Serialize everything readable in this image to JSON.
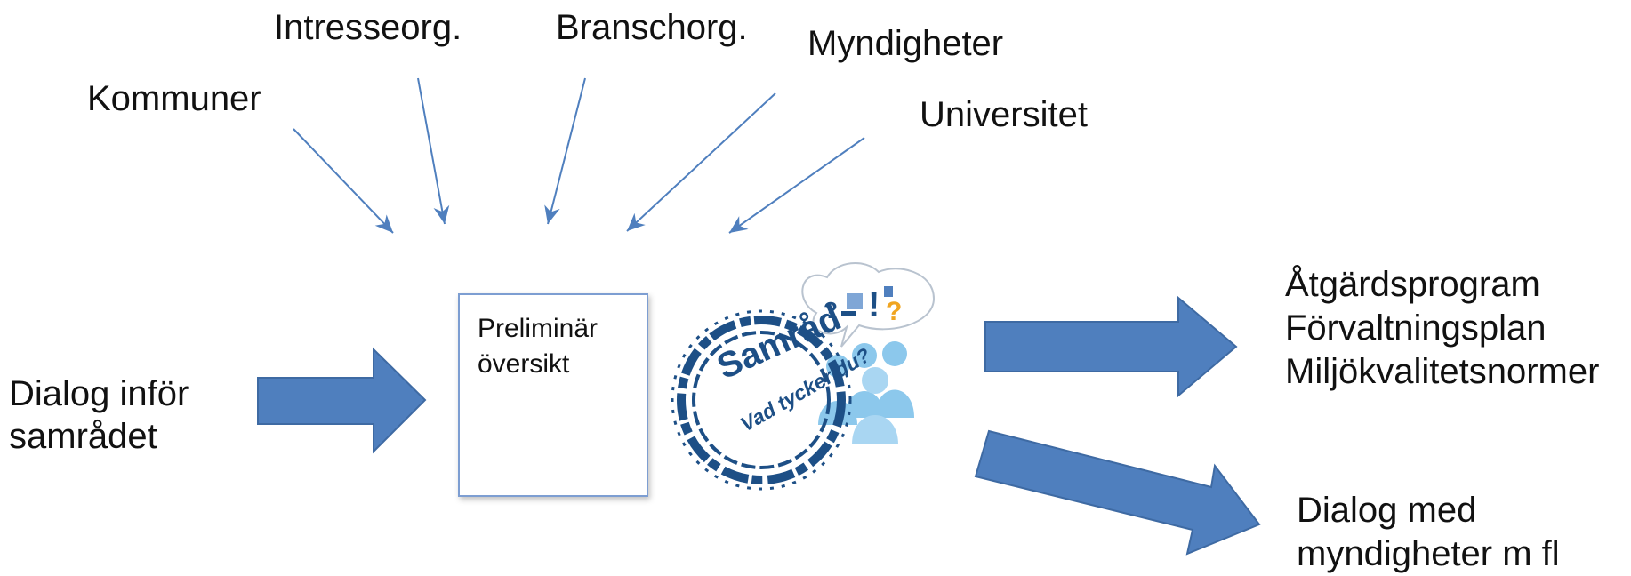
{
  "sources": {
    "kommuner": "Kommuner",
    "intresseorg": "Intresseorg.",
    "branschorg": "Branschorg.",
    "myndigheter": "Myndigheter",
    "universitet": "Universitet"
  },
  "input": {
    "line1": "Dialog inför",
    "line2": "samrådet"
  },
  "center_box": {
    "line1": "Preliminär",
    "line2": "översikt"
  },
  "logo": {
    "word": "Samråd",
    "tagline": "Vad tycker du?",
    "symbols": "?!?"
  },
  "outputs": {
    "upper": [
      "Åtgärdsprogram",
      "Förvaltningsplan",
      "Miljökvalitetsnormer"
    ],
    "lower": [
      "Dialog med",
      "myndigheter m fl"
    ]
  },
  "colors": {
    "arrow": "#4f7fbe",
    "line": "#4f7fbe",
    "logo": "#1d4f86",
    "people": "#8cc8ec"
  }
}
